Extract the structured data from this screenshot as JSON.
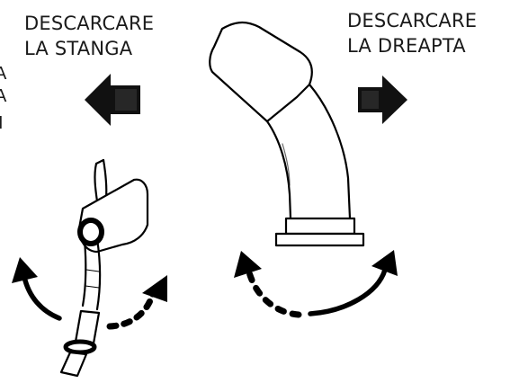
{
  "labels": {
    "left": {
      "line1": "DESCARCARE",
      "line2": "LA STANGA"
    },
    "right": {
      "line1": "DESCARCARE",
      "line2": "LA DREAPTA"
    }
  },
  "edge_text": [
    "A",
    "A",
    "I"
  ],
  "colors": {
    "ink": "#000000",
    "text": "#1a1a1a",
    "background": "#ffffff"
  }
}
